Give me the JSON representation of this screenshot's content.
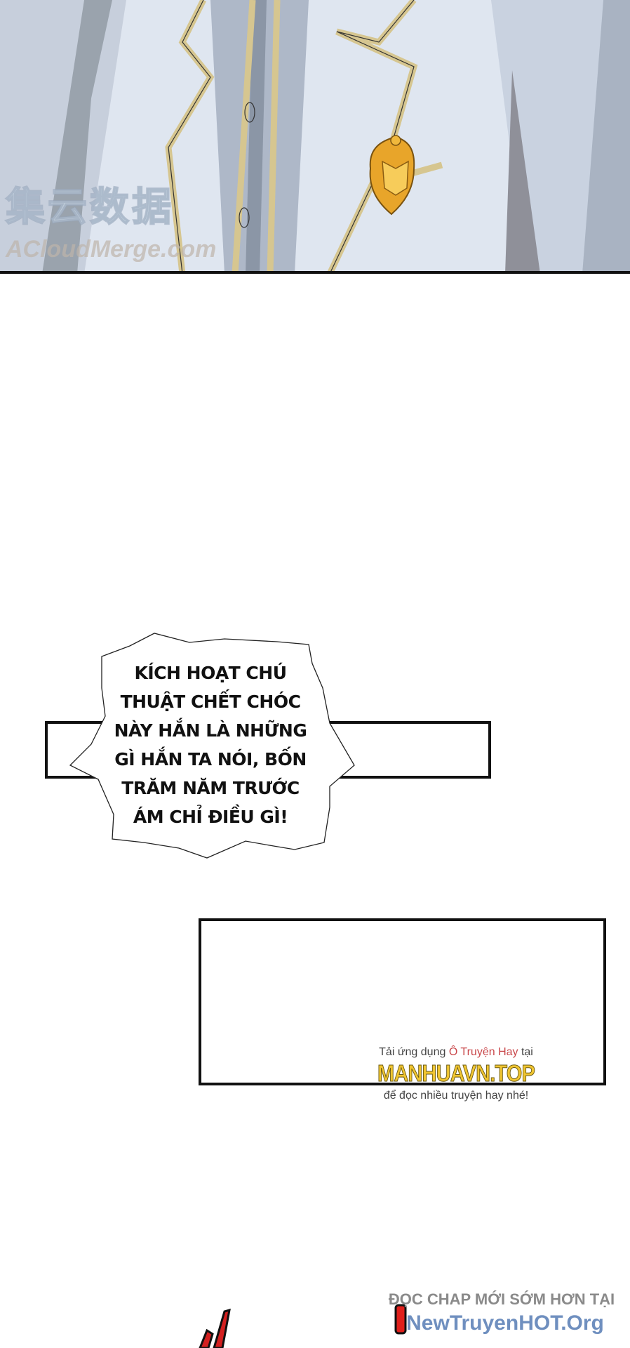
{
  "top_panel": {
    "watermark_cn": "集云数据",
    "watermark_site": "ACloudMerge.com"
  },
  "speech_bubble": {
    "lines": [
      "KÍCH HOẠT CHÚ",
      "THUẬT CHẾT CHÓC",
      "NÀY HẮN LÀ NHỮNG",
      "GÌ HẮN TA NÓI, BỐN",
      "TRĂM NĂM TRƯỚC",
      "ÁM CHỈ ĐIỀU GÌ!"
    ]
  },
  "site_watermark": {
    "line1_prefix": "Tải ứng dụng ",
    "line1_app": "Ô Truyện Hay",
    "line1_suffix": " tại",
    "brand": "MANHUAVN.TOP",
    "line3": "để đọc nhiều truyện hay nhé!",
    "app_color": "#c9474a",
    "brand_color": "#f0c531"
  },
  "promo": {
    "line1": "ĐỌC CHAP MỚI SỚM HƠN TẠI",
    "line2": "NewTruyenHOT.Org",
    "line2_color": "#6f8fbf"
  }
}
